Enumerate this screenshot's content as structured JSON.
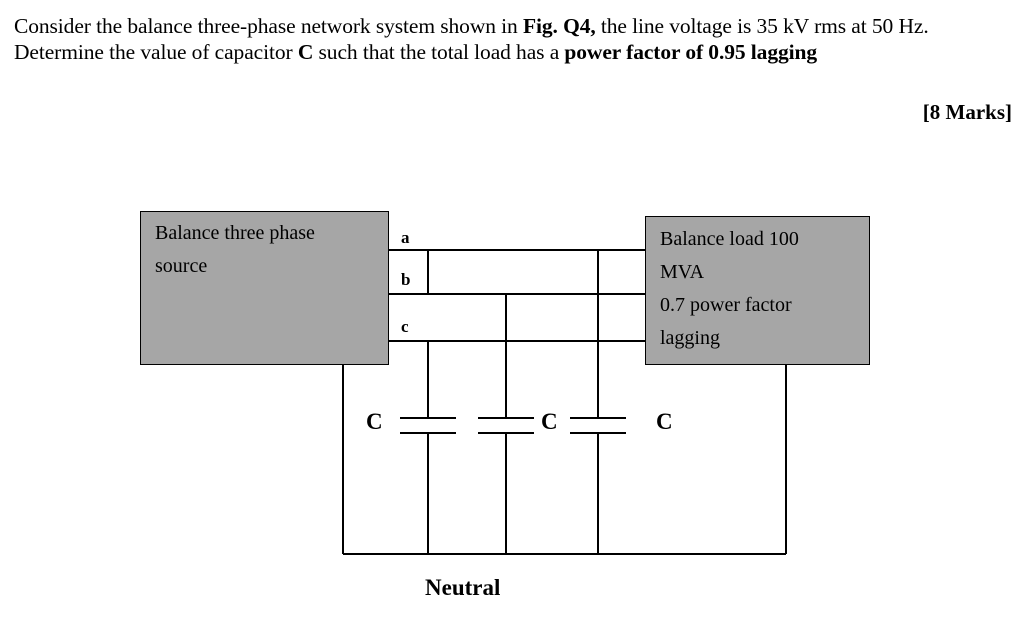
{
  "question": {
    "part1": "Consider the balance three-phase network system shown in ",
    "fig_ref": "Fig. Q4,",
    "part2": " the line voltage is 35 kV rms at 50 Hz. Determine the value of capacitor ",
    "cap_symbol": "C",
    "part3": " such that the total load has a ",
    "pf_phrase": "power factor of 0.95 lagging"
  },
  "marks": "[8 Marks]",
  "diagram": {
    "source": {
      "line1": "Balance three phase",
      "line2": "source"
    },
    "load": {
      "line1": "Balance load 100",
      "line2": "MVA",
      "line3": "0.7 power factor",
      "line4": "lagging"
    },
    "phases": [
      "a",
      "b",
      "c"
    ],
    "capacitor_labels": [
      "C",
      "C",
      "C"
    ],
    "neutral_label": "Neutral"
  }
}
